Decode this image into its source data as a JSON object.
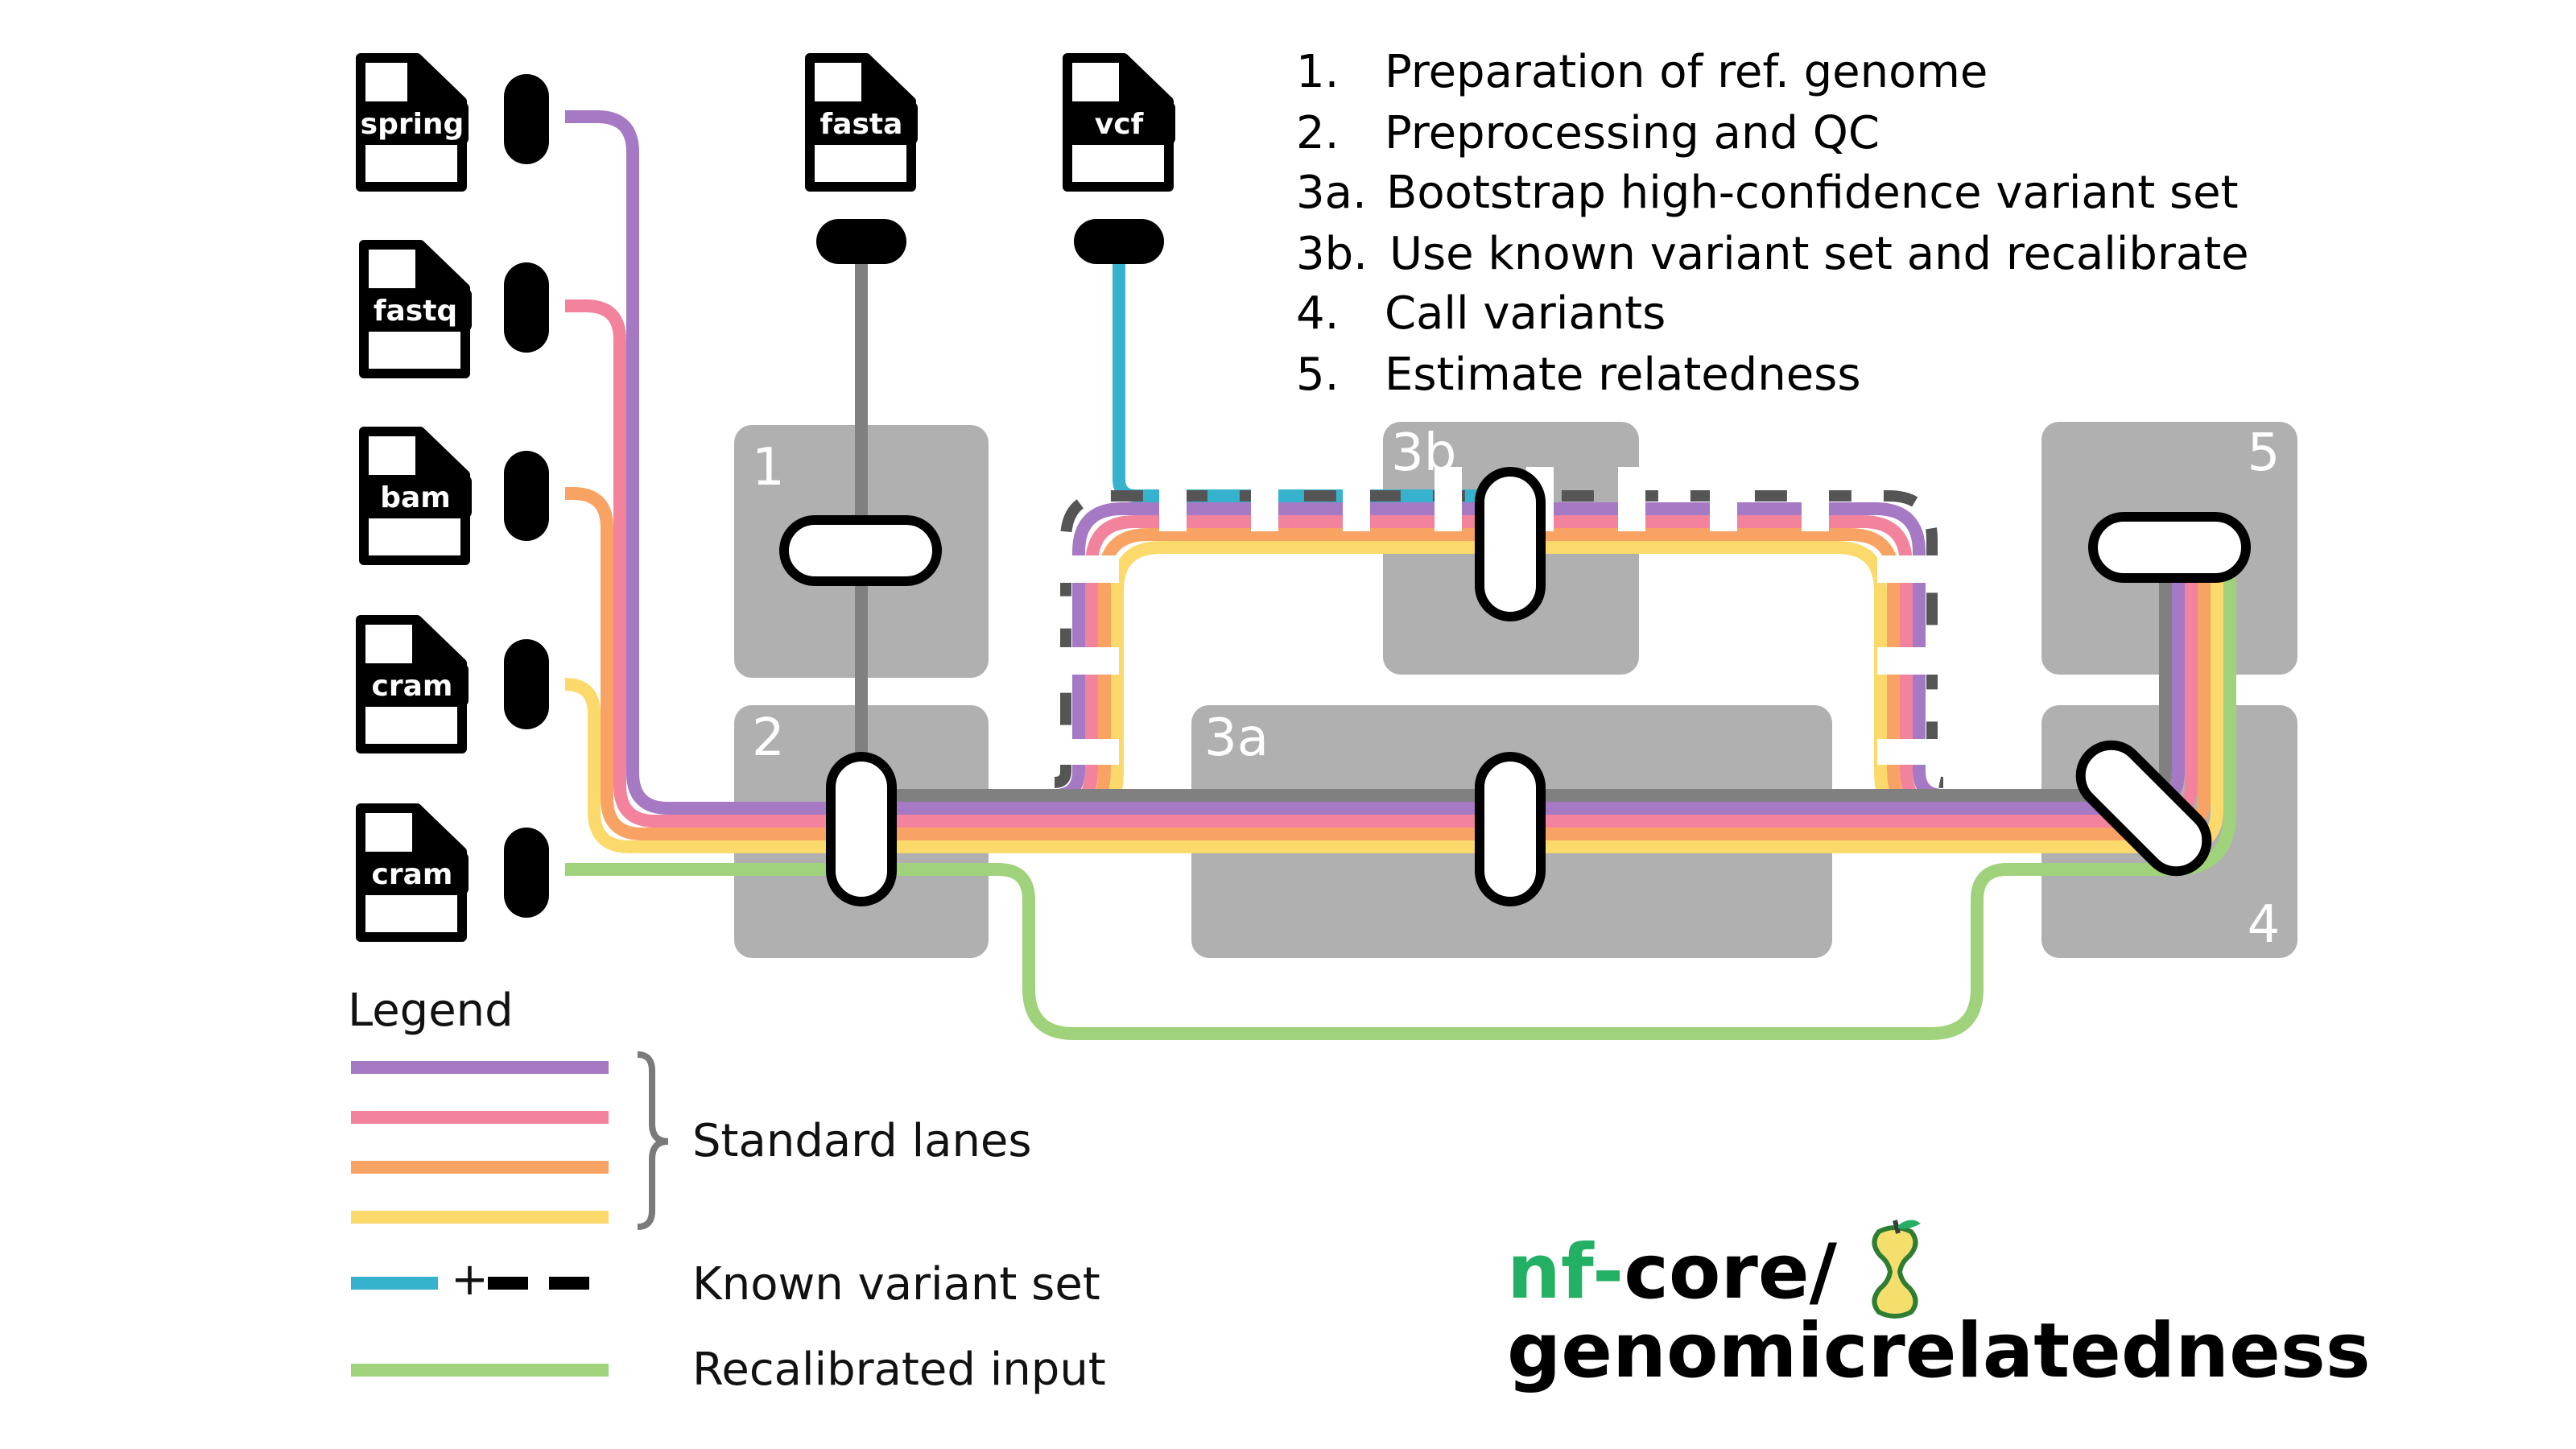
{
  "input_files": [
    {
      "label": "spring",
      "lane_color": "#a579c3"
    },
    {
      "label": "fastq",
      "lane_color": "#f3839d"
    },
    {
      "label": "bam",
      "lane_color": "#f8a363"
    },
    {
      "label": "cram",
      "lane_color": "#fbd96a"
    },
    {
      "label": "cram",
      "lane_color": "#9fd27a"
    }
  ],
  "ref_files": [
    {
      "label": "fasta",
      "lane_color": "#808080"
    },
    {
      "label": "vcf",
      "lane_color": "#36b2ce"
    }
  ],
  "steps": [
    {
      "number": "1.",
      "text": "Preparation of ref. genome"
    },
    {
      "number": "2.",
      "text": "Preprocessing and QC"
    },
    {
      "number": "3a.",
      "text": "Bootstrap high-confidence variant set"
    },
    {
      "number": "3b.",
      "text": "Use known variant set and recalibrate"
    },
    {
      "number": "4.",
      "text": "Call variants"
    },
    {
      "number": "5.",
      "text": "Estimate relatedness"
    }
  ],
  "stage_labels": {
    "s1": "1",
    "s2": "2",
    "s3a": "3a",
    "s3b": "3b",
    "s4": "4",
    "s5": "5"
  },
  "legend": {
    "title": "Legend",
    "standard_lanes": "Standard lanes",
    "plus_sign": "+",
    "known_variant_set": "Known variant set",
    "recalibrated_input": "Recalibrated input"
  },
  "logo": {
    "prefix": "nf-",
    "core": "core/",
    "pipeline": "genomicrelatedness"
  },
  "colors": {
    "purple": "#a579c3",
    "pink": "#f3839d",
    "orange": "#f8a363",
    "yellow": "#fbd96a",
    "green": "#9fd27a",
    "blue": "#36b2ce",
    "gray": "#808080",
    "box": "#b0b0b0",
    "logo_green": "#24b064"
  }
}
